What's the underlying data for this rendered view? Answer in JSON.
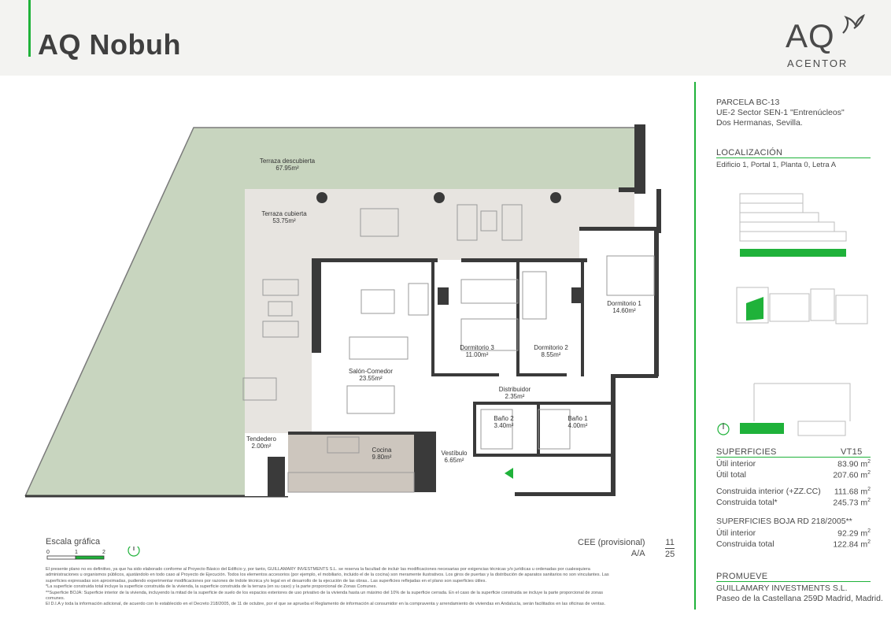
{
  "header": {
    "title": "AQ Nobuh"
  },
  "logo": {
    "mark": "AQ",
    "sub": "ACENTOR"
  },
  "plan": {
    "rooms": [
      {
        "name": "Terraza descubierta",
        "area": "67.95m²"
      },
      {
        "name": "Terraza cubierta",
        "area": "53.75m²"
      },
      {
        "name": "Salón-Comedor",
        "area": "23.55m²"
      },
      {
        "name": "Dormitorio 3",
        "area": "11.00m²"
      },
      {
        "name": "Dormitorio 2",
        "area": "8.55m²"
      },
      {
        "name": "Dormitorio 1",
        "area": "14.60m²"
      },
      {
        "name": "Distribuidor",
        "area": "2.35m²"
      },
      {
        "name": "Baño 2",
        "area": "3.40m²"
      },
      {
        "name": "Baño 1",
        "area": "4.00m²"
      },
      {
        "name": "Tendedero",
        "area": "2.00m²"
      },
      {
        "name": "Cocina",
        "area": "9.80m²"
      },
      {
        "name": "Vestíbulo",
        "area": "6.65m²"
      }
    ]
  },
  "sidebar": {
    "parcela": [
      "PARCELA BC-13",
      "UE-2 Sector SEN-1 \"Entrenúcleos\"",
      "Dos Hermanas, Sevilla."
    ],
    "localizacion_title": "LOCALIZACIÓN",
    "localizacion_text": "Edificio 1, Portal 1, Planta 0, Letra A",
    "superficies_title": "SUPERFICIES",
    "unit_code": "VT15",
    "rows": [
      {
        "label": "Útil interior",
        "value": "83.90 m"
      },
      {
        "label": "Útil total",
        "value": "207.60 m"
      },
      {
        "label": "Construida interior (+ZZ.CC)",
        "value": "111.68 m"
      },
      {
        "label": "Construida total*",
        "value": "245.73 m"
      }
    ],
    "boja_title": "SUPERFICIES BOJA RD 218/2005**",
    "boja_rows": [
      {
        "label": "Útil interior",
        "value": "92.29 m"
      },
      {
        "label": "Construida total",
        "value": "122.84 m"
      }
    ],
    "promueve_title": "PROMUEVE",
    "promueve_lines": [
      "GUILLAMARY INVESTMENTS S.L.",
      "Paseo de la Castellana 259D Madrid, Madrid."
    ]
  },
  "scale": {
    "label": "Escala gráfica",
    "ticks": [
      "0",
      "1",
      "2"
    ]
  },
  "cee": {
    "label": "CEE (provisional)",
    "value": "A/A",
    "page": "11",
    "total": "25"
  },
  "footnote": [
    "El presente plano no es definitivo, ya que ha sido elaborado conforme al Proyecto Básico del Edificio y, por tanto, GUILLAMARY INVESTMENTS S.L. se reserva la facultad de incluir las modificaciones necesarias por exigencias técnicas y/o jurídicas u ordenadas por cualesquiera",
    "administraciones u organismos públicos, ajustándolo en todo caso al Proyecto de Ejecución. Todos los elementos accesorios (por ejemplo, el mobiliario, incluido el de la cocina) son meramente ilustrativos. Los giros de puertas y la distribución de aparatos sanitarios no son vinculantes. Las",
    "superficies expresadas son aproximadas, pudiendo experimentar modificaciones por razones de índole técnica y/o legal en el desarrollo de la ejecución de las obras.. Las superficies reflejadas en el plano son superficies útiles.",
    "*La superficie construida total incluye la superficie construida de la vivienda, la superficie construida de la terraza (en su caso) y la parte proporcional de Zonas Comunes.",
    "**Superficie BOJA: Superficie interior de la vivienda, incluyendo la mitad de la superficie de suelo de los espacios exteriores de uso privativo de la vivienda hasta un máximo del 10% de la superficie cerrada. En el caso de la superficie construida se incluye la parte proporcional de zonas",
    "comunes.",
    "El D.I.A y toda la información adicional, de acuerdo con lo establecido en el Decreto 218/2005, de 11 de octubre, por el que se aprueba el Reglamento de información al consumidor en la compraventa y arrendamiento de viviendas en Andalucía, serán facilitados en las oficinas de ventas."
  ],
  "colors": {
    "accent": "#1fb23a",
    "terrace": "#c8d5bf",
    "covered": "#e7e4e0",
    "kitchen": "#cdc6be",
    "wall": "#3a3a3a"
  }
}
